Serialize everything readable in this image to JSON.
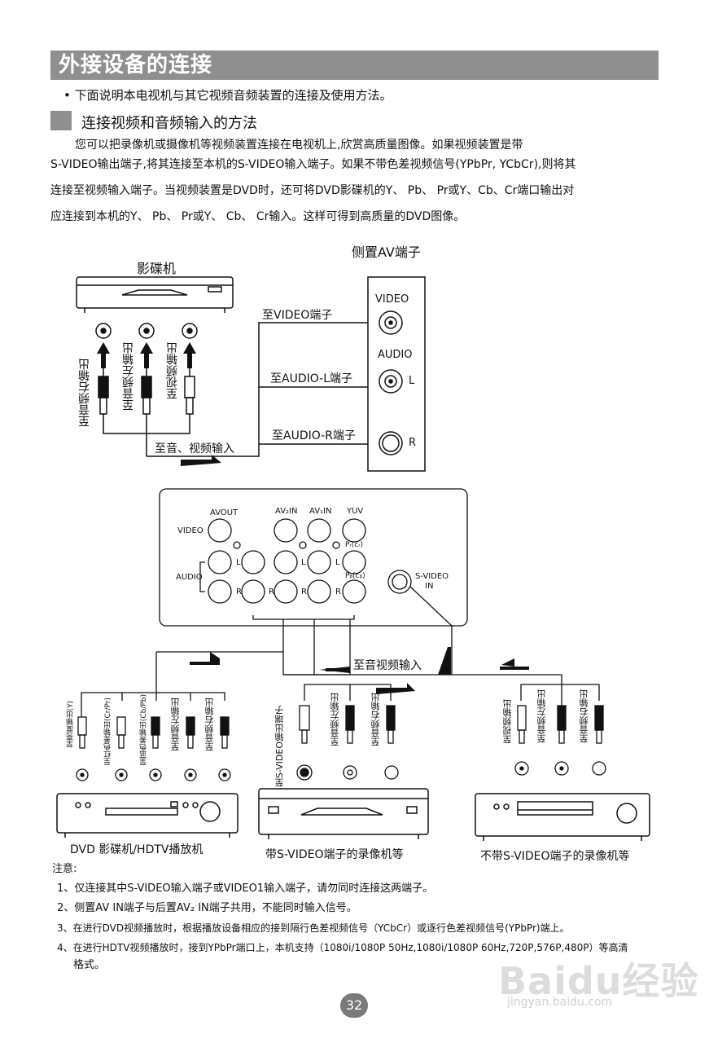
{
  "header": {
    "title": "外接设备的连接",
    "bullet": "• 下面说明本电视机与其它视频音频装置的连接及使用方法。",
    "subheading": "连接视频和音频输入的方法"
  },
  "paragraph": [
    "您可以把录像机或摄像机等视频装置连接在电视机上,欣赏高质量图像。如果视频装置是带",
    "S-VIDEO输出端子,将其连接至本机的S-VIDEO输入端子。如果不带色差视频信号(YPbPr, YCbCr),则将其",
    "连接至视频输入端子。当视频装置是DVD时，还可将DVD影碟机的Y、 Pb、 Pr或Y、Cb、Cr端口输出对",
    "应连接到本机的Y、 Pb、 Pr或Y、 Cb、 Cr输入。这样可得到高质量的DVD图像。"
  ],
  "diagram_top": {
    "dvd_label": "影碟机",
    "side_av_label": "侧置AV端子",
    "cable_labels": [
      "至音频右输出",
      "至音频左输出",
      "至视频输出"
    ],
    "to_av_input": "至音、视频输入",
    "to_video": "至VIDEO端子",
    "to_audio_l": "至AUDIO-L端子",
    "to_audio_r": "至AUDIO-R端子",
    "panel": {
      "video": "VIDEO",
      "audio": "AUDIO",
      "l": "L",
      "r": "R"
    }
  },
  "rear_panel": {
    "avout": "AVOUT",
    "av2in": "AV₂IN",
    "av1in": "AV₁IN",
    "yuv": "YUV",
    "video": "VIDEO",
    "audio": "AUDIO",
    "l": "L",
    "r": "R",
    "pr": "Pᵣ(cᵣ)",
    "pb": "Pᵦ(cᵦ)",
    "svideo_in": [
      "S-VIDEO",
      "IN"
    ],
    "to_av_input": "至音视频输入"
  },
  "devices": {
    "dvd_cables": [
      "至亮度输出(Y)",
      "至红色差输出(Cr/Pr)",
      "至蓝色差输出(Cb/Pb)",
      "至音频左输出",
      "至音频右输出"
    ],
    "svhs_cables": [
      "至S-VIDEO输出端子",
      "至音频左输出",
      "至音频右输出"
    ],
    "vcr_cables": [
      "至视频输出",
      "至音频左输出",
      "至音频右输出"
    ],
    "dvd_caption": "DVD 影碟机/HDTV播放机",
    "svhs_caption": "带S-VIDEO端子的录像机等",
    "vcr_caption": "不带S-VIDEO端子的录像机等"
  },
  "notes": {
    "heading": "注意:",
    "items": [
      "1、仅连接其中S-VIDEO输入端子或VIDEO1输入端子，请勿同时连接这两端子。",
      "2、侧置AV IN端子与后置AV₂ IN端子共用，不能同时输入信号。",
      "3、在进行DVD视频播放时，根据播放设备相应的接到隔行色差视频信号（YCbCr）或逐行色差视频信号(YPbPr)端上。",
      "4、在进行HDTV视频播放时，接到YPbPr端口上，本机支持（1080i/1080P 50Hz,1080i/1080P 60Hz,720P,576P,480P）等高清",
      "格式。"
    ]
  },
  "page_number": "32",
  "watermark": {
    "brand": "Baidu经验",
    "url": "jingyan.baidu.com"
  }
}
